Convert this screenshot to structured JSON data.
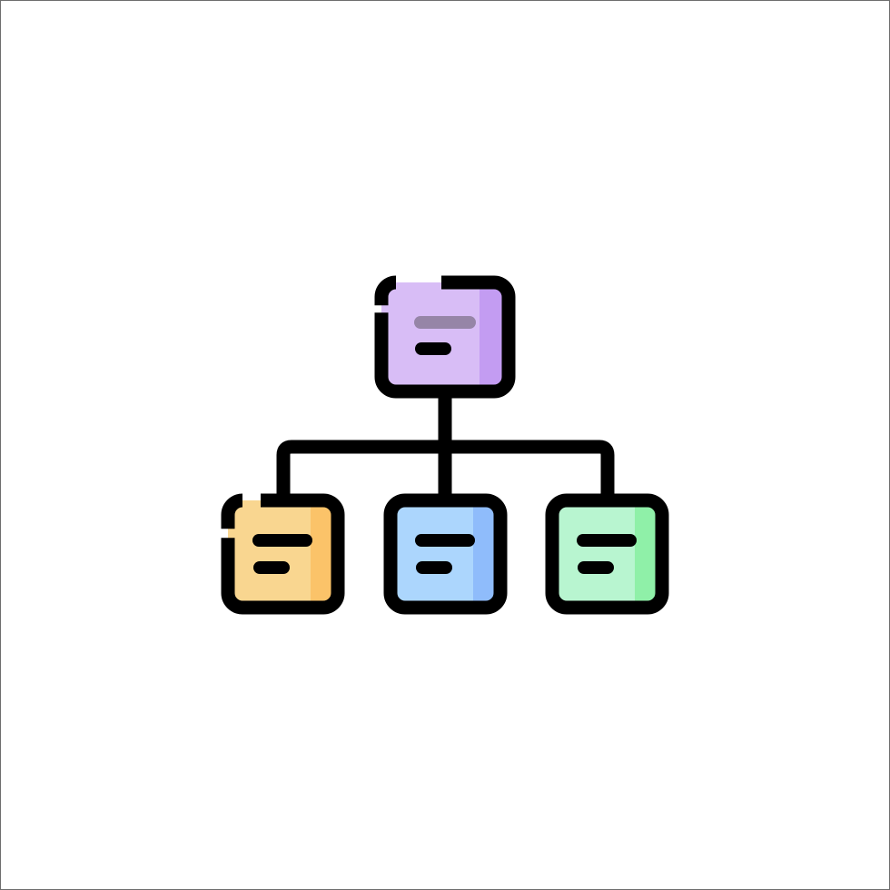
{
  "icon": {
    "name": "hierarchy-structure-icon",
    "colors": {
      "outline": "#000000",
      "background": "#ffffff",
      "frame": "#6e6e6e",
      "root_fill": "#d8bdf6",
      "root_shade": "#c39cf2",
      "root_line_faded": "#9685a7",
      "left_fill": "#f9d690",
      "left_shade": "#fbc369",
      "center_fill": "#acd6fd",
      "center_shade": "#8fbcfb",
      "right_fill": "#b8f5d0",
      "right_shade": "#8ff0a8"
    },
    "nodes": [
      {
        "id": "root",
        "level": 0,
        "text_lines": 2
      },
      {
        "id": "left",
        "level": 1,
        "text_lines": 2
      },
      {
        "id": "center",
        "level": 1,
        "text_lines": 2
      },
      {
        "id": "right",
        "level": 1,
        "text_lines": 2
      }
    ],
    "edges": [
      {
        "from": "root",
        "to": "left"
      },
      {
        "from": "root",
        "to": "center"
      },
      {
        "from": "root",
        "to": "right"
      }
    ]
  }
}
